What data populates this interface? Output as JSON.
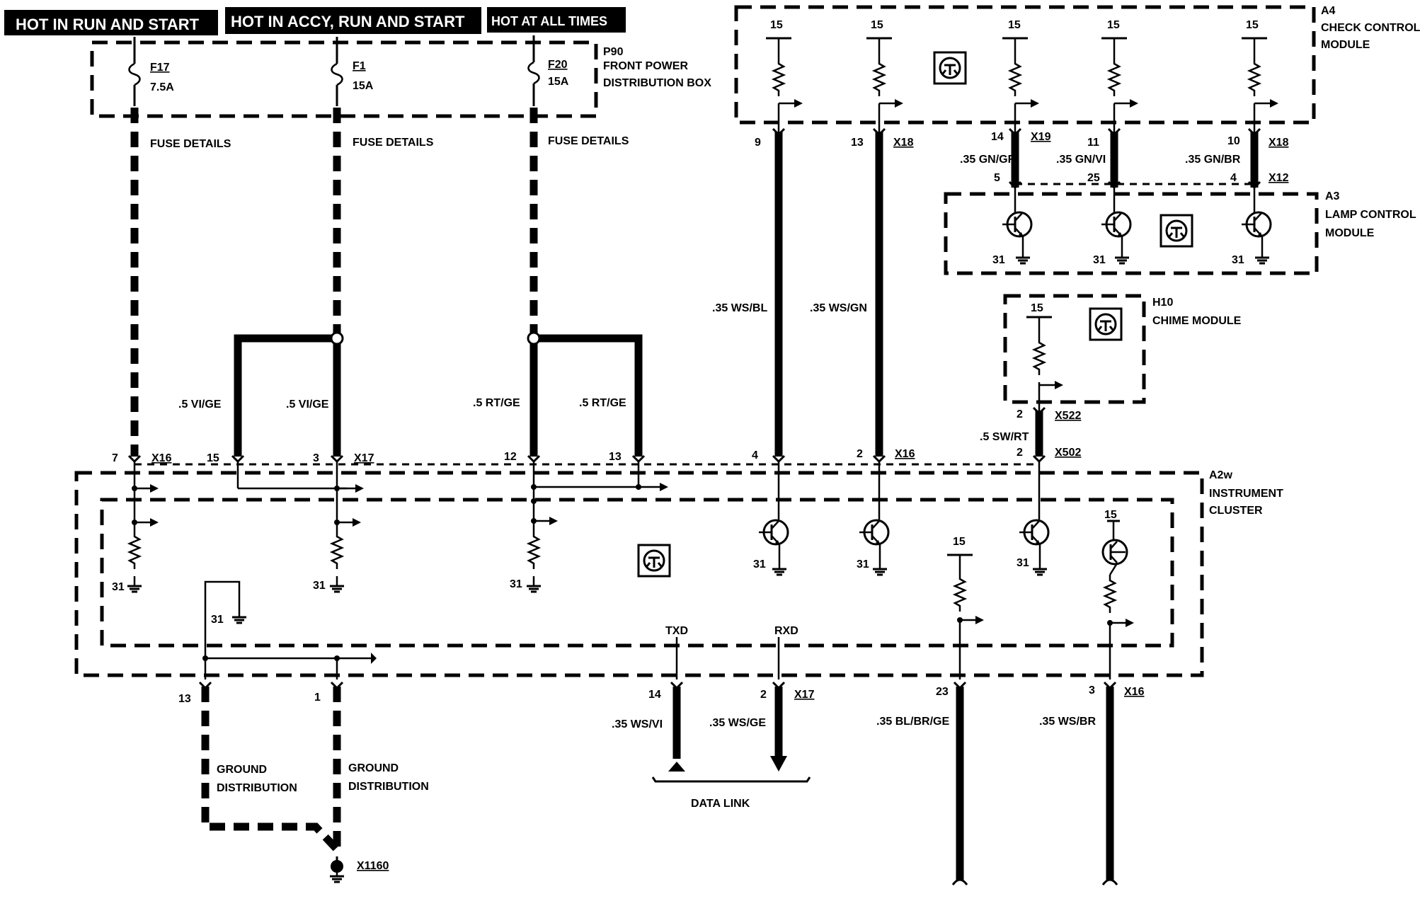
{
  "headers": {
    "run_start": "HOT IN RUN AND START",
    "accy_run_start": "HOT IN ACCY, RUN AND START",
    "all_times": "HOT AT ALL TIMES"
  },
  "fusebox": {
    "id": "P90",
    "name_line1": "FRONT POWER",
    "name_line2": "DISTRIBUTION BOX",
    "fuses": [
      {
        "name": "F17",
        "rating": "7.5A",
        "details": "FUSE DETAILS"
      },
      {
        "name": "F1",
        "rating": "15A",
        "details": "FUSE DETAILS"
      },
      {
        "name": "F20",
        "rating": "15A",
        "details": "FUSE DETAILS"
      }
    ]
  },
  "check_control": {
    "id": "A4",
    "name_line1": "CHECK CONTROL",
    "name_line2": "MODULE",
    "pin": "15"
  },
  "lamp_control": {
    "id": "A3",
    "name_line1": "LAMP CONTROL",
    "name_line2": "MODULE",
    "ground": "31"
  },
  "chime": {
    "id": "H10",
    "name": "CHIME MODULE",
    "pin": "15"
  },
  "cluster": {
    "id": "A2w",
    "name_line1": "INSTRUMENT",
    "name_line2": "CLUSTER",
    "ground": "31",
    "pin15": "15"
  },
  "connectors": {
    "x16": "X16",
    "x17": "X17",
    "x18": "X18",
    "x19": "X19",
    "x12": "X12",
    "x522": "X522",
    "x502": "X502",
    "x1160": "X1160"
  },
  "pins": {
    "p7": "7",
    "p15": "15",
    "p3": "3",
    "p12": "12",
    "p13": "13",
    "p4": "4",
    "p2": "2",
    "p9": "9",
    "p13b": "13",
    "p14": "14",
    "p11": "11",
    "p10": "10",
    "p5": "5",
    "p25": "25",
    "p4b": "4",
    "p2a": "2",
    "p2b": "2",
    "p13c": "13",
    "p1": "1",
    "p14b": "14",
    "p2c": "2",
    "p23": "23",
    "p3b": "3"
  },
  "wires": {
    "vige_l": ".5 VI/GE",
    "vige_r": ".5 VI/GE",
    "rtge_l": ".5 RT/GE",
    "rtge_r": ".5 RT/GE",
    "wsbl": ".35 WS/BL",
    "wsgn": ".35 WS/GN",
    "gngr": ".35 GN/GR",
    "gnvi": ".35 GN/VI",
    "gnbr": ".35 GN/BR",
    "swrt": ".5 SW/RT",
    "wsvi": ".35 WS/VI",
    "wsge": ".35 WS/GE",
    "blbrge": ".35 BL/BR/GE",
    "wsbr": ".35 WS/BR"
  },
  "bottom": {
    "ground_dist_l1": "GROUND",
    "ground_dist_l2": "DISTRIBUTION",
    "txd": "TXD",
    "rxd": "RXD",
    "data_link": "DATA LINK"
  }
}
